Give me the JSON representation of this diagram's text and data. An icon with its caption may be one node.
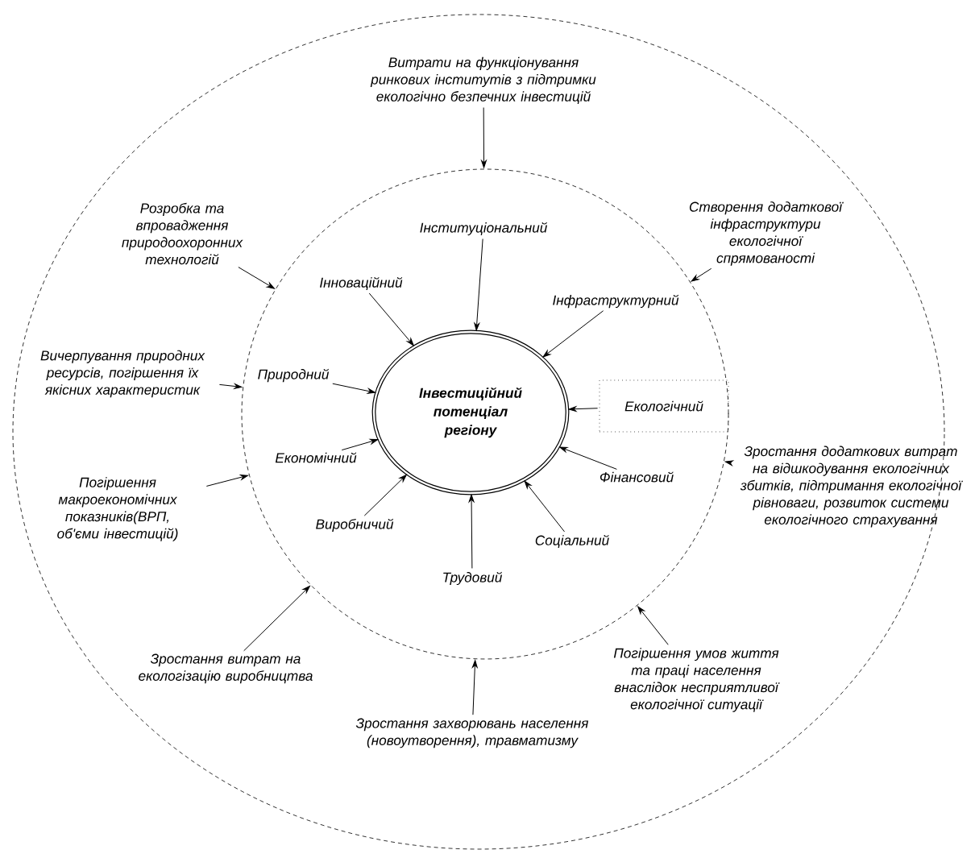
{
  "diagram": {
    "nodes": [
      {
        "text": [],
        "shape": "circle"
      },
      {
        "text": [],
        "shape": "circle",
        "in": 0
      },
      {
        "text": [
          "Інвестиційний потенціал регіону"
        ],
        "in": 1
      },
      {
        "text": [
          "Витрати на функціонування ринкових інститутів з підтримки екологічно безпечних інвестицій"
        ],
        "in": 0
      },
      {
        "text": [
          "Розробка та впровадження природоохоронних технологій"
        ],
        "in": 0
      },
      {
        "text": [
          "Створення додаткової інфраструктури екологічної спрямованості"
        ],
        "in": 0
      },
      {
        "text": [
          "Вичерпування природних ресурсів, погіршення їх якісних характеристик"
        ],
        "in": 0
      },
      {
        "text": [
          "Погіршення макроекономічних показників(ВРП, об'єми інвестицій)"
        ],
        "in": 0
      },
      {
        "text": [
          "Зростання додаткових витрат на відшкодування екологічних збитків, підтримання екологічної рівноваги, розвиток системи екологічного страхування"
        ],
        "in": 0
      },
      {
        "text": [
          "Зростання витрат на екологізацію виробництва"
        ],
        "in": 0
      },
      {
        "text": [
          "Зростання захворювань населення (новоутворення), травматизму"
        ],
        "in": 0
      },
      {
        "text": [
          "Погіршення умов життя та праці населення внаслідок несприятливої екологічної ситуації"
        ],
        "in": 0
      },
      {
        "text": [
          "Інституціональний"
        ],
        "in": 1
      },
      {
        "text": [
          "Інноваційний"
        ],
        "in": 1
      },
      {
        "text": [
          "Інфраструктурний"
        ],
        "in": 1
      },
      {
        "text": [
          "Природний"
        ],
        "in": 1
      },
      {
        "text": [
          "Екологічний"
        ],
        "in": 1
      },
      {
        "text": [
          "Економічний"
        ],
        "in": 1
      },
      {
        "text": [
          "Фінансовий"
        ],
        "in": 1
      },
      {
        "text": [
          "Виробничий"
        ],
        "in": 1
      },
      {
        "text": [
          "Соціальний"
        ],
        "in": 1
      },
      {
        "text": [
          "Трудовий"
        ],
        "in": 1
      }
    ],
    "edges": [
      {
        "from": 3,
        "to": 1,
        "arrow": "to"
      },
      {
        "from": 4,
        "to": 1,
        "arrow": "to"
      },
      {
        "from": 5,
        "to": 1,
        "arrow": "to"
      },
      {
        "from": 6,
        "to": 1,
        "arrow": "to"
      },
      {
        "from": 7,
        "to": 1,
        "arrow": "to"
      },
      {
        "from": 8,
        "to": 1,
        "arrow": "to"
      },
      {
        "from": 9,
        "to": 1,
        "arrow": "to"
      },
      {
        "from": 10,
        "to": 1,
        "arrow": "to"
      },
      {
        "from": 11,
        "to": 1,
        "arrow": "to"
      },
      {
        "from": 12,
        "to": 2,
        "arrow": "to"
      },
      {
        "from": 13,
        "to": 2,
        "arrow": "to"
      },
      {
        "from": 14,
        "to": 2,
        "arrow": "to"
      },
      {
        "from": 15,
        "to": 2,
        "arrow": "to"
      },
      {
        "from": 16,
        "to": 2,
        "arrow": "to"
      },
      {
        "from": 17,
        "to": 2,
        "arrow": "to"
      },
      {
        "from": 18,
        "to": 2,
        "arrow": "to"
      },
      {
        "from": 19,
        "to": 2,
        "arrow": "to"
      },
      {
        "from": 20,
        "to": 2,
        "arrow": "to"
      },
      {
        "from": 21,
        "to": 2,
        "arrow": "to"
      }
    ]
  }
}
